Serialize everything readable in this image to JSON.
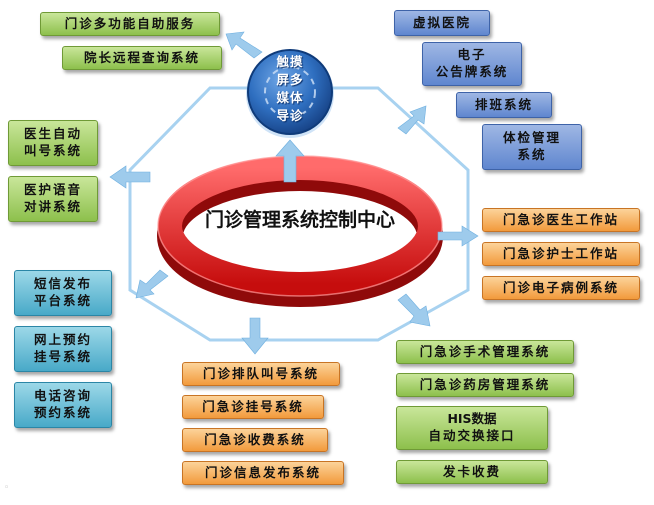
{
  "center": {
    "title": "门诊管理系统控制中心"
  },
  "hub": {
    "lines": [
      "触摸",
      "屏多",
      "媒体",
      "导诊"
    ]
  },
  "top_left": [
    {
      "label": "门诊多功能自助服务"
    },
    {
      "label": "院长远程查询系统"
    }
  ],
  "left_green": [
    {
      "lines": [
        "医生自动",
        "叫号系统"
      ]
    },
    {
      "lines": [
        "医护语音",
        "对讲系统"
      ]
    }
  ],
  "left_teal": [
    {
      "lines": [
        "短信发布",
        "平台系统"
      ]
    },
    {
      "lines": [
        "网上预约",
        "挂号系统"
      ]
    },
    {
      "lines": [
        "电话咨询",
        "预约系统"
      ]
    }
  ],
  "top_right": [
    {
      "lines": [
        "虚拟医院"
      ]
    },
    {
      "lines": [
        "电子",
        "公告牌系统"
      ]
    },
    {
      "lines": [
        "排班系统"
      ]
    },
    {
      "lines": [
        "体检管理",
        "系统"
      ]
    }
  ],
  "right_orange": [
    {
      "label": "门急诊医生工作站"
    },
    {
      "label": "门急诊护士工作站"
    },
    {
      "label": "门诊电子病例系统"
    }
  ],
  "bottom_orange": [
    {
      "label": "门诊排队叫号系统"
    },
    {
      "label": "门急诊挂号系统"
    },
    {
      "label": "门急诊收费系统"
    },
    {
      "label": "门诊信息发布系统"
    }
  ],
  "bottom_right_green": [
    {
      "lines": [
        "门急诊手术管理系统"
      ]
    },
    {
      "lines": [
        "门急诊药房管理系统"
      ]
    },
    {
      "lines": [
        "HIS数据",
        "自动交换接口"
      ]
    },
    {
      "lines": [
        "发卡收费"
      ]
    }
  ],
  "colors": {
    "green": "#8dc04c",
    "orange": "#f29a3c",
    "blue": "#5f86cf",
    "teal": "#48a9c8",
    "ring": "#e01818",
    "connector": "#9ecbec",
    "hub": "#1f5fae"
  }
}
